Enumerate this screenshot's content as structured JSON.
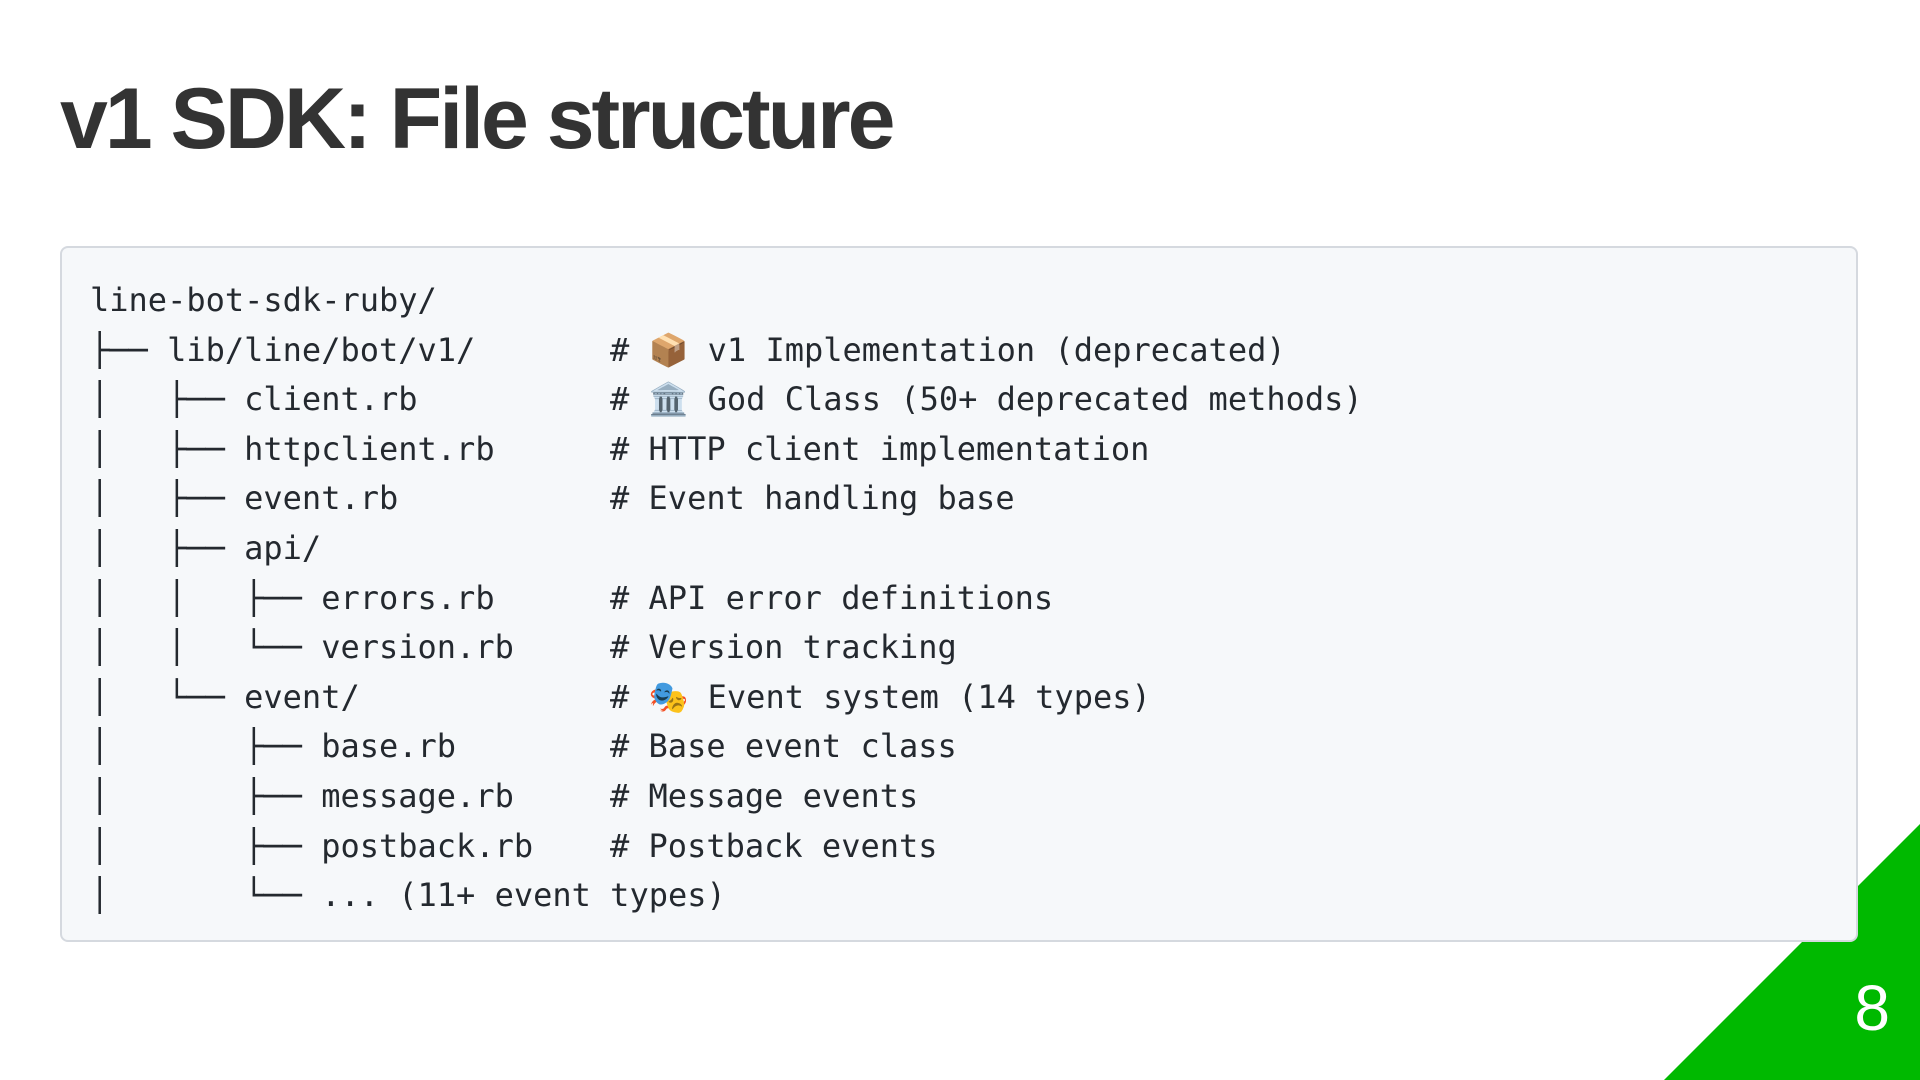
{
  "slide": {
    "title": "v1 SDK: File structure",
    "page_number": "8",
    "accent_color": "#00b900"
  },
  "code": {
    "lines": [
      {
        "tree": "line-bot-sdk-ruby/",
        "comment": ""
      },
      {
        "tree": "├── lib/line/bot/v1/",
        "comment": "# 📦 v1 Implementation (deprecated)"
      },
      {
        "tree": "│   ├── client.rb",
        "comment": "# 🏛️ God Class (50+ deprecated methods)"
      },
      {
        "tree": "│   ├── httpclient.rb",
        "comment": "# HTTP client implementation"
      },
      {
        "tree": "│   ├── event.rb",
        "comment": "# Event handling base"
      },
      {
        "tree": "│   ├── api/",
        "comment": ""
      },
      {
        "tree": "│   │   ├── errors.rb",
        "comment": "# API error definitions"
      },
      {
        "tree": "│   │   └── version.rb",
        "comment": "# Version tracking"
      },
      {
        "tree": "│   └── event/",
        "comment": "# 🎭 Event system (14 types)"
      },
      {
        "tree": "│       ├── base.rb",
        "comment": "# Base event class"
      },
      {
        "tree": "│       ├── message.rb",
        "comment": "# Message events"
      },
      {
        "tree": "│       ├── postback.rb",
        "comment": "# Postback events"
      },
      {
        "tree": "│       └── ... (11+ event types)",
        "comment": ""
      }
    ]
  }
}
